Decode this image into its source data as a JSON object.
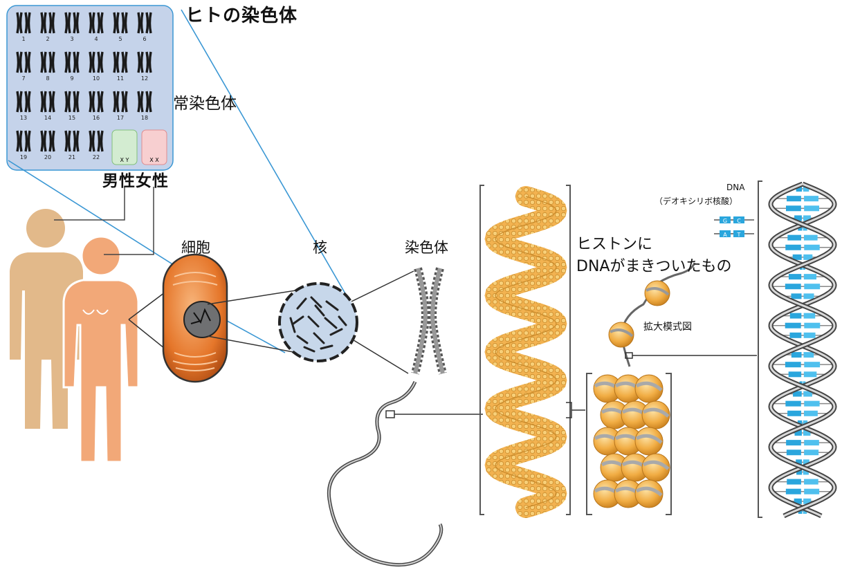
{
  "title": "ヒトの染色体",
  "autosome_label": "常染色体",
  "male_label": "男性",
  "female_label": "女性",
  "cell_label": "細胞",
  "nucleus_label": "核",
  "chromosome_label": "染色体",
  "histone_line1": "ヒストンに",
  "histone_line2": "DNAがまきついたもの",
  "zoom_label": "拡大模式図",
  "dna_label": "DNA",
  "dna_sublabel": "（デオキシリボ核酸）",
  "karyotype_numbers": [
    "1",
    "2",
    "3",
    "4",
    "5",
    "6",
    "7",
    "8",
    "9",
    "10",
    "11",
    "12",
    "13",
    "14",
    "15",
    "16",
    "17",
    "18",
    "19",
    "20",
    "21",
    "22"
  ],
  "sex_chr_male": "X Y",
  "sex_chr_female": "X X",
  "base_pairs": [
    [
      "G",
      "C"
    ],
    [
      "A",
      "T"
    ]
  ],
  "colors": {
    "karyotype_bg": "#c5d3ea",
    "male_body": "#e2b98a",
    "female_body": "#f2a878",
    "cell": "#e5762a",
    "coil": "#f0a93a",
    "dna_base": "#2aa6dd",
    "guide_line": "#3a97d4"
  }
}
